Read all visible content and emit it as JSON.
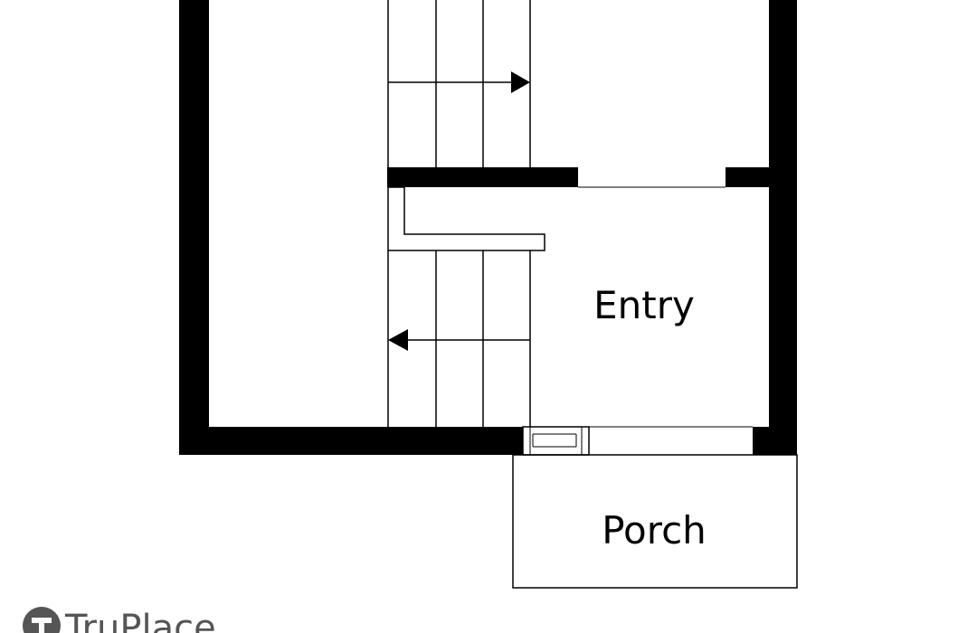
{
  "rooms": {
    "entry": "Entry",
    "porch": "Porch"
  },
  "brand": {
    "name": "TruPlace",
    "logo_letter": "T",
    "logo_color": "#555555"
  },
  "colors": {
    "wall": "#000000",
    "line": "#000000",
    "background": "#ffffff"
  }
}
